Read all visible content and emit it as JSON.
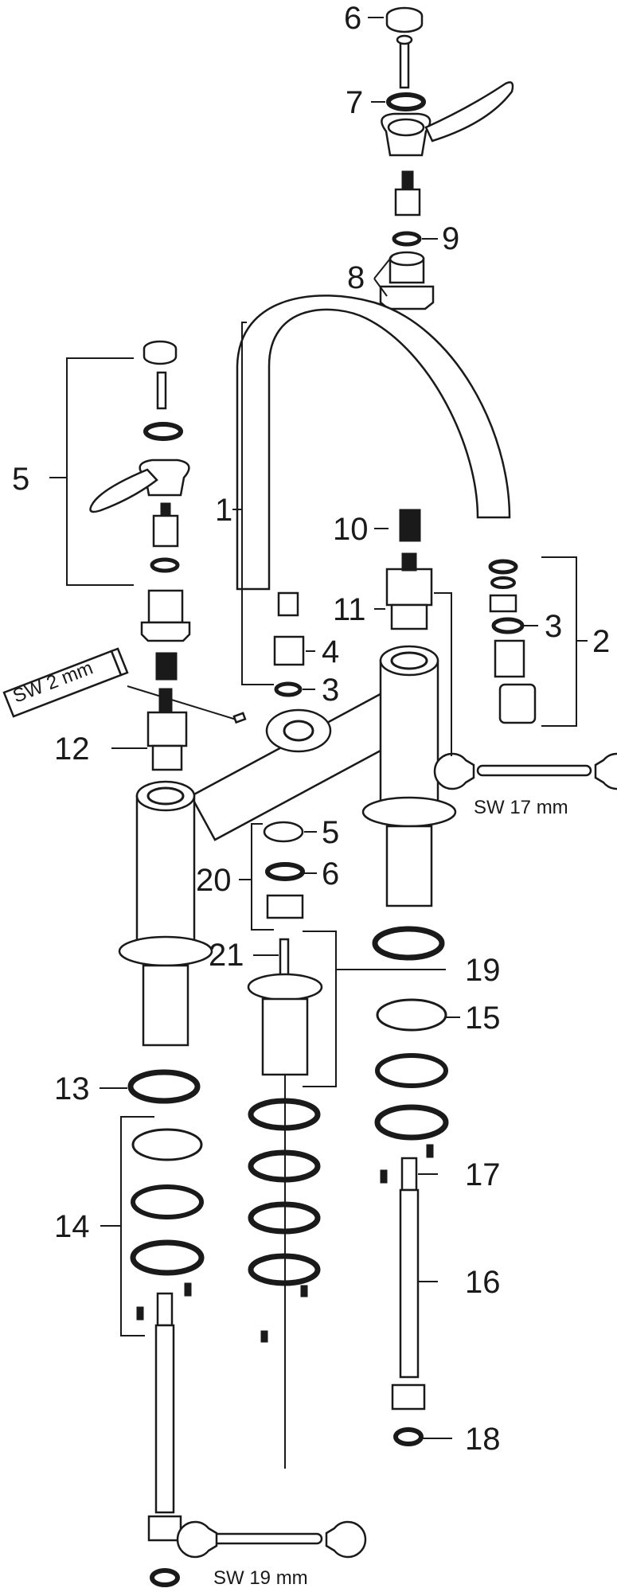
{
  "callouts": {
    "c1": "1",
    "c2": "2",
    "c3a": "3",
    "c3b": "3",
    "c4": "4",
    "c5a": "5",
    "c5b": "5",
    "c6a": "6",
    "c6b": "6",
    "c7": "7",
    "c8": "8",
    "c9": "9",
    "c10": "10",
    "c11": "11",
    "c12": "12",
    "c13": "13",
    "c14": "14",
    "c15": "15",
    "c16": "16",
    "c17": "17",
    "c18": "18",
    "c19": "19",
    "c20": "20",
    "c21": "21"
  },
  "tools": {
    "hex_key": "SW 2 mm",
    "wrench_upper": "SW 17 mm",
    "wrench_lower": "SW 19 mm"
  }
}
